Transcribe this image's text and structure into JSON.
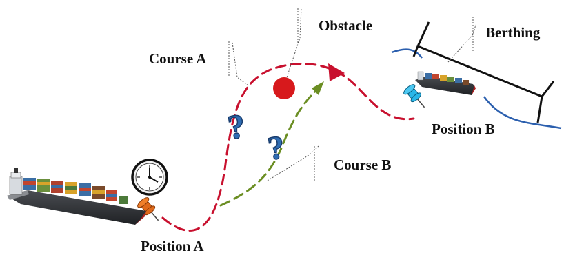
{
  "labels": {
    "obstacle": "Obstacle",
    "course_a": "Course A",
    "course_b": "Course B",
    "berthing": "Berthing",
    "position_a": "Position A",
    "position_b": "Position B"
  },
  "colors": {
    "course_a": "#c8102e",
    "course_b": "#6b8e23",
    "obstacle": "#d7191c",
    "pin_a": "#e06a1b",
    "pin_b": "#29b6e8",
    "question_mark": "#2f6db3",
    "water": "#2b5fae",
    "berth": "#111111"
  },
  "icons": {
    "clock": "clock-icon",
    "question": "question-mark-icon",
    "pin": "pushpin-icon",
    "ship": "container-ship-icon"
  }
}
